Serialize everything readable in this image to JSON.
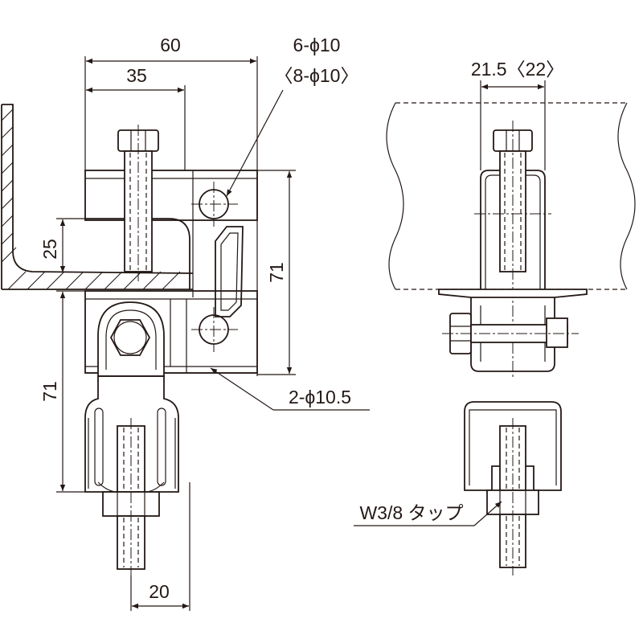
{
  "dimensions": {
    "width_60": "60",
    "width_35": "35",
    "height_25": "25",
    "height_71_right": "71",
    "height_71_left": "71",
    "width_20": "20",
    "holes_main": "6-ϕ10",
    "holes_alt": "〈8-ϕ10〉",
    "holes_lower": "2-ϕ10.5",
    "side_width": "21.5〈22〉",
    "tap": "W3/8 タップ"
  },
  "colors": {
    "line": "#231815",
    "background": "#ffffff"
  }
}
